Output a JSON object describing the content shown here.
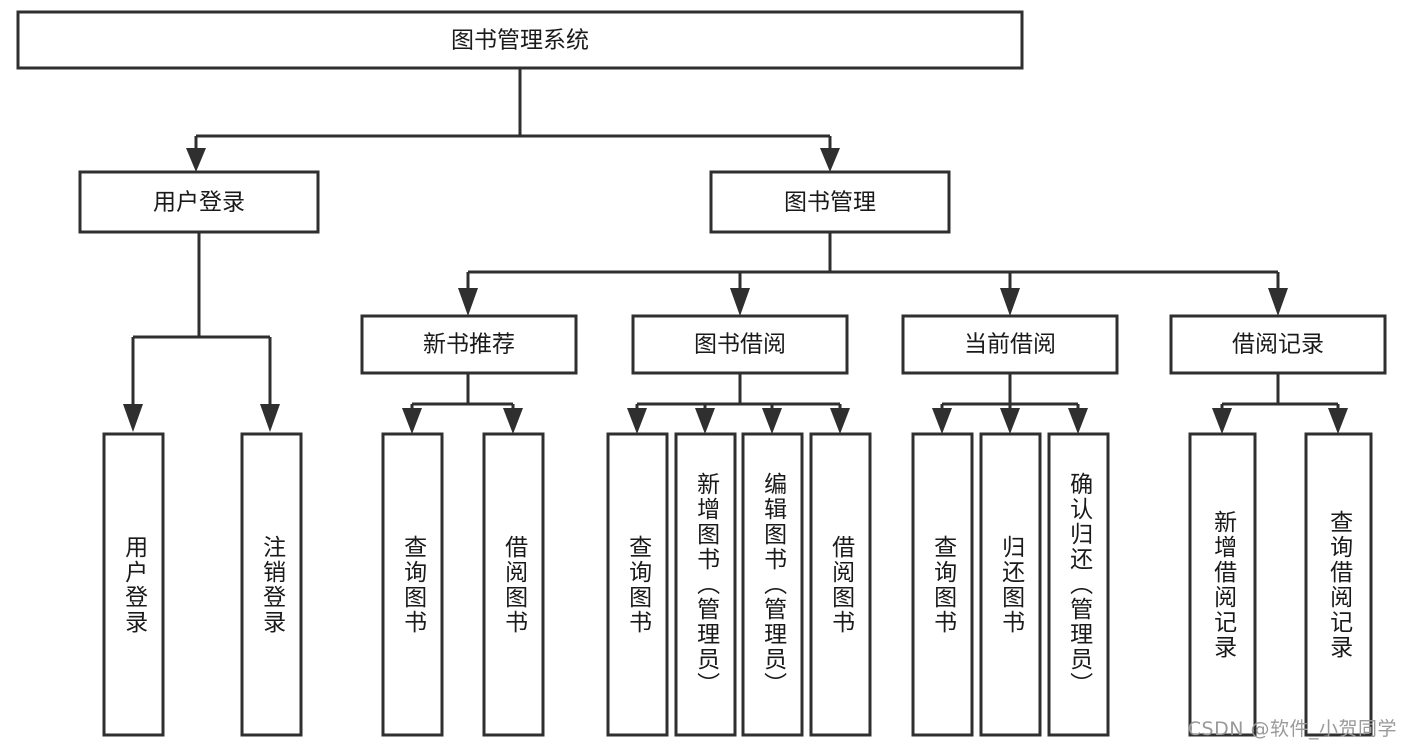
{
  "diagram": {
    "title": "图书管理系统",
    "type": "tree",
    "watermark": "CSDN @软件_小贺同学",
    "colors": {
      "line": "#2f2f2f",
      "box_fill": "#ffffff",
      "text": "#1a1a1a",
      "watermark": "#9a9a9a",
      "background": "#ffffff"
    },
    "root": {
      "label": "图书管理系统"
    },
    "level2": [
      {
        "label": "用户登录"
      },
      {
        "label": "图书管理"
      }
    ],
    "level3": [
      {
        "label": "新书推荐"
      },
      {
        "label": "图书借阅"
      },
      {
        "label": "当前借阅"
      },
      {
        "label": "借阅记录"
      }
    ],
    "leaves": {
      "user_login": [
        {
          "label": "用户登录"
        },
        {
          "label": "注销登录"
        }
      ],
      "new_book_recommend": [
        {
          "label": "查询图书"
        },
        {
          "label": "借阅图书"
        }
      ],
      "book_borrow": [
        {
          "label": "查询图书"
        },
        {
          "label": "新增图书（管理员）"
        },
        {
          "label": "编辑图书（管理员）"
        },
        {
          "label": "借阅图书"
        }
      ],
      "current_borrow": [
        {
          "label": "查询图书"
        },
        {
          "label": "归还图书"
        },
        {
          "label": "确认归还（管理员）"
        }
      ],
      "borrow_record": [
        {
          "label": "新增借阅记录"
        },
        {
          "label": "查询借阅记录"
        }
      ]
    }
  }
}
